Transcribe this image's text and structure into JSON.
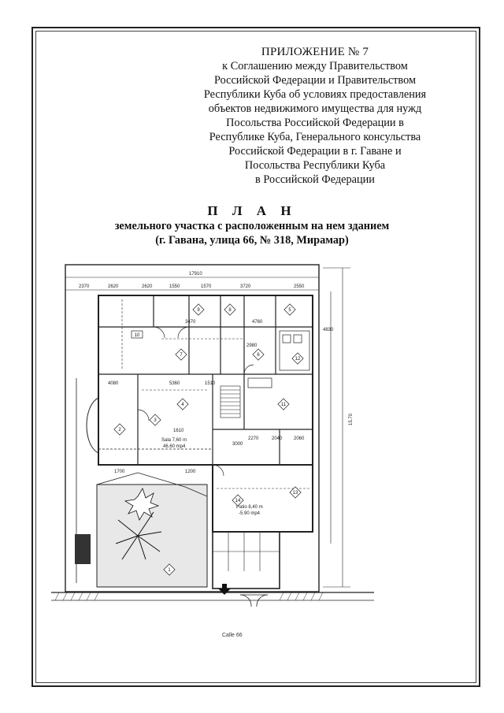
{
  "annex": {
    "title": "ПРИЛОЖЕНИЕ № 7",
    "lines": [
      "к Соглашению между Правительством",
      "Российской Федерации и Правительством",
      "Республики Куба об условиях предоставления",
      "объектов недвижимого имущества для нужд",
      "Посольства Российской Федерации в",
      "Республике Куба, Генерального консульства",
      "Российской Федерации в г. Гаване и",
      "Посольства Республики Куба",
      "в Российской Федерации"
    ]
  },
  "plan": {
    "title": "П Л А Н",
    "subtitle1": "земельного участка с расположенным на нем зданием",
    "subtitle2": "(г. Гавана, улица 66, № 318, Мирамар)"
  },
  "drawing": {
    "street_label": "Calle 66",
    "dims": {
      "top_total": "17910",
      "top_1": "2370",
      "top_2": "2620",
      "top_3": "2620",
      "top_4": "1550",
      "top_5": "1570",
      "top_6": "3720",
      "top_7": "2550",
      "d_3470": "3470",
      "d_4760": "4760",
      "d_2980": "2980",
      "d_4080": "4080",
      "d_5360": "5360",
      "d_1510": "1510",
      "d_1610": "1610",
      "d_2270": "2270",
      "d_2040": "2040",
      "d_2060": "2060",
      "d_3000": "3000",
      "d_1200": "1200",
      "d_1700": "1700",
      "d_4830": "4830",
      "side": "15.70"
    },
    "rooms": [
      "10",
      "9",
      "8",
      "7",
      "6",
      "5",
      "4",
      "3",
      "2",
      "1",
      "11",
      "12",
      "13",
      "14"
    ],
    "area_labels": {
      "a1": "Sala 7,60 m",
      "a1b": "46.60 mp4",
      "a2": "Patio 8,40 m",
      "a2b": "-5.90 mp4"
    }
  }
}
